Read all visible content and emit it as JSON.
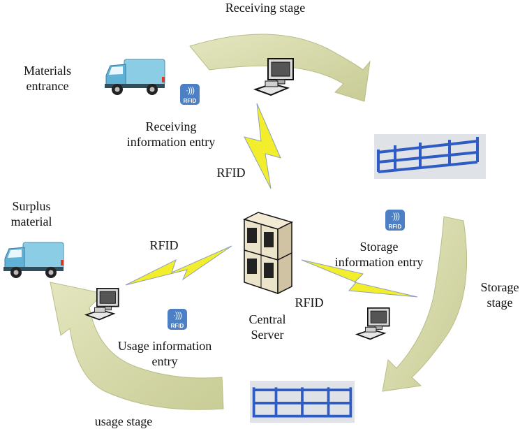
{
  "stages": {
    "receiving": "Receiving stage",
    "storage": "Storage\nstage",
    "usage": "usage stage"
  },
  "nodes": {
    "materials_entrance": "Materials\nentrance",
    "surplus_material": "Surplus\nmaterial",
    "central_server": "Central\nServer"
  },
  "entries": {
    "receiving": "Receiving\ninformation entry",
    "storage": "Storage\ninformation entry",
    "usage": "Usage  information\nentry"
  },
  "links": {
    "rfid_top": "RFID",
    "rfid_left": "RFID",
    "rfid_right": "RFID"
  },
  "badges": {
    "waves": "·)))",
    "text": "RFID"
  },
  "icons": [
    "truck-icon",
    "computer-icon",
    "server-icon",
    "shelf-icon",
    "rfid-icon",
    "lightning-icon"
  ],
  "colors": {
    "arrow_fill": "#d6d9a8",
    "arrow_stroke": "#b9bd85",
    "lightning": "#f2ee2c",
    "rfid_badge": "#4d7fc4",
    "shelf": "#3a63c4",
    "truck": "#7ec3e0"
  }
}
